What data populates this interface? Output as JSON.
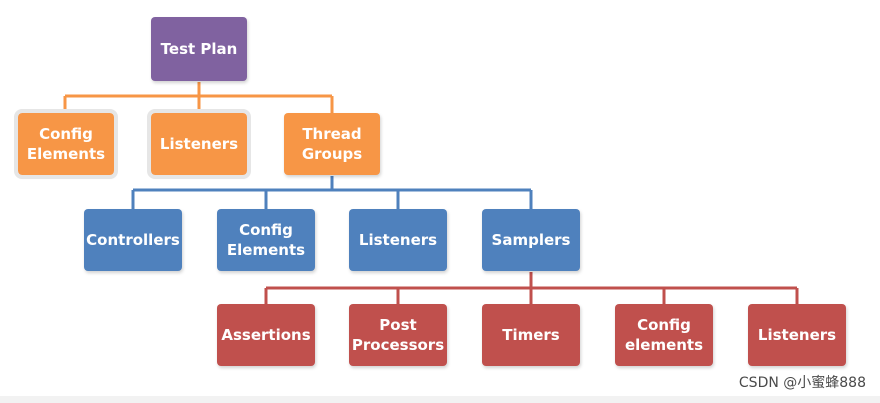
{
  "diagram": {
    "root": {
      "label": "Test Plan"
    },
    "level1": [
      {
        "label": "Config\nElements"
      },
      {
        "label": "Listeners"
      },
      {
        "label": "Thread\nGroups"
      }
    ],
    "level2": [
      {
        "label": "Controllers"
      },
      {
        "label": "Config\nElements"
      },
      {
        "label": "Listeners"
      },
      {
        "label": "Samplers"
      }
    ],
    "level3": [
      {
        "label": "Assertions"
      },
      {
        "label": "Post\nProcessors"
      },
      {
        "label": "Timers"
      },
      {
        "label": "Config\nelements"
      },
      {
        "label": "Listeners"
      }
    ],
    "colors": {
      "root": "#8062a0",
      "level1": "#f79646",
      "level2": "#4f81bd",
      "level3": "#c0504d"
    }
  },
  "watermark": "CSDN @小蜜蜂888"
}
